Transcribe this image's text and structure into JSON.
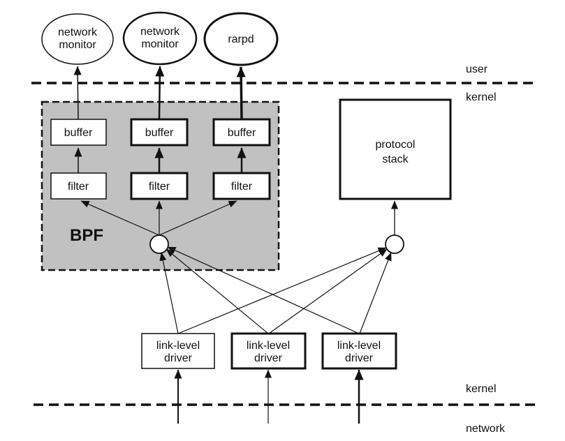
{
  "diagram": {
    "title_semantic": "BPF packet capture architecture",
    "user_processes": [
      {
        "line1": "network",
        "line2": "monitor"
      },
      {
        "line1": "network",
        "line2": "monitor"
      },
      {
        "line1": "rarpd"
      }
    ],
    "bpf": {
      "label": "BPF",
      "buffers": [
        "buffer",
        "buffer",
        "buffer"
      ],
      "filters": [
        "filter",
        "filter",
        "filter"
      ]
    },
    "protocol_stack": {
      "line1": "protocol",
      "line2": "stack"
    },
    "link_level_drivers": [
      {
        "line1": "link-level",
        "line2": "driver"
      },
      {
        "line1": "link-level",
        "line2": "driver"
      },
      {
        "line1": "link-level",
        "line2": "driver"
      }
    ],
    "boundaries": {
      "user": "user",
      "kernel_upper": "kernel",
      "kernel_lower": "kernel",
      "network": "network"
    },
    "colors": {
      "ink": "#111111",
      "bpf_fill": "#c1c1c1",
      "box_fill": "#ffffff",
      "background": "#ffffff"
    }
  }
}
